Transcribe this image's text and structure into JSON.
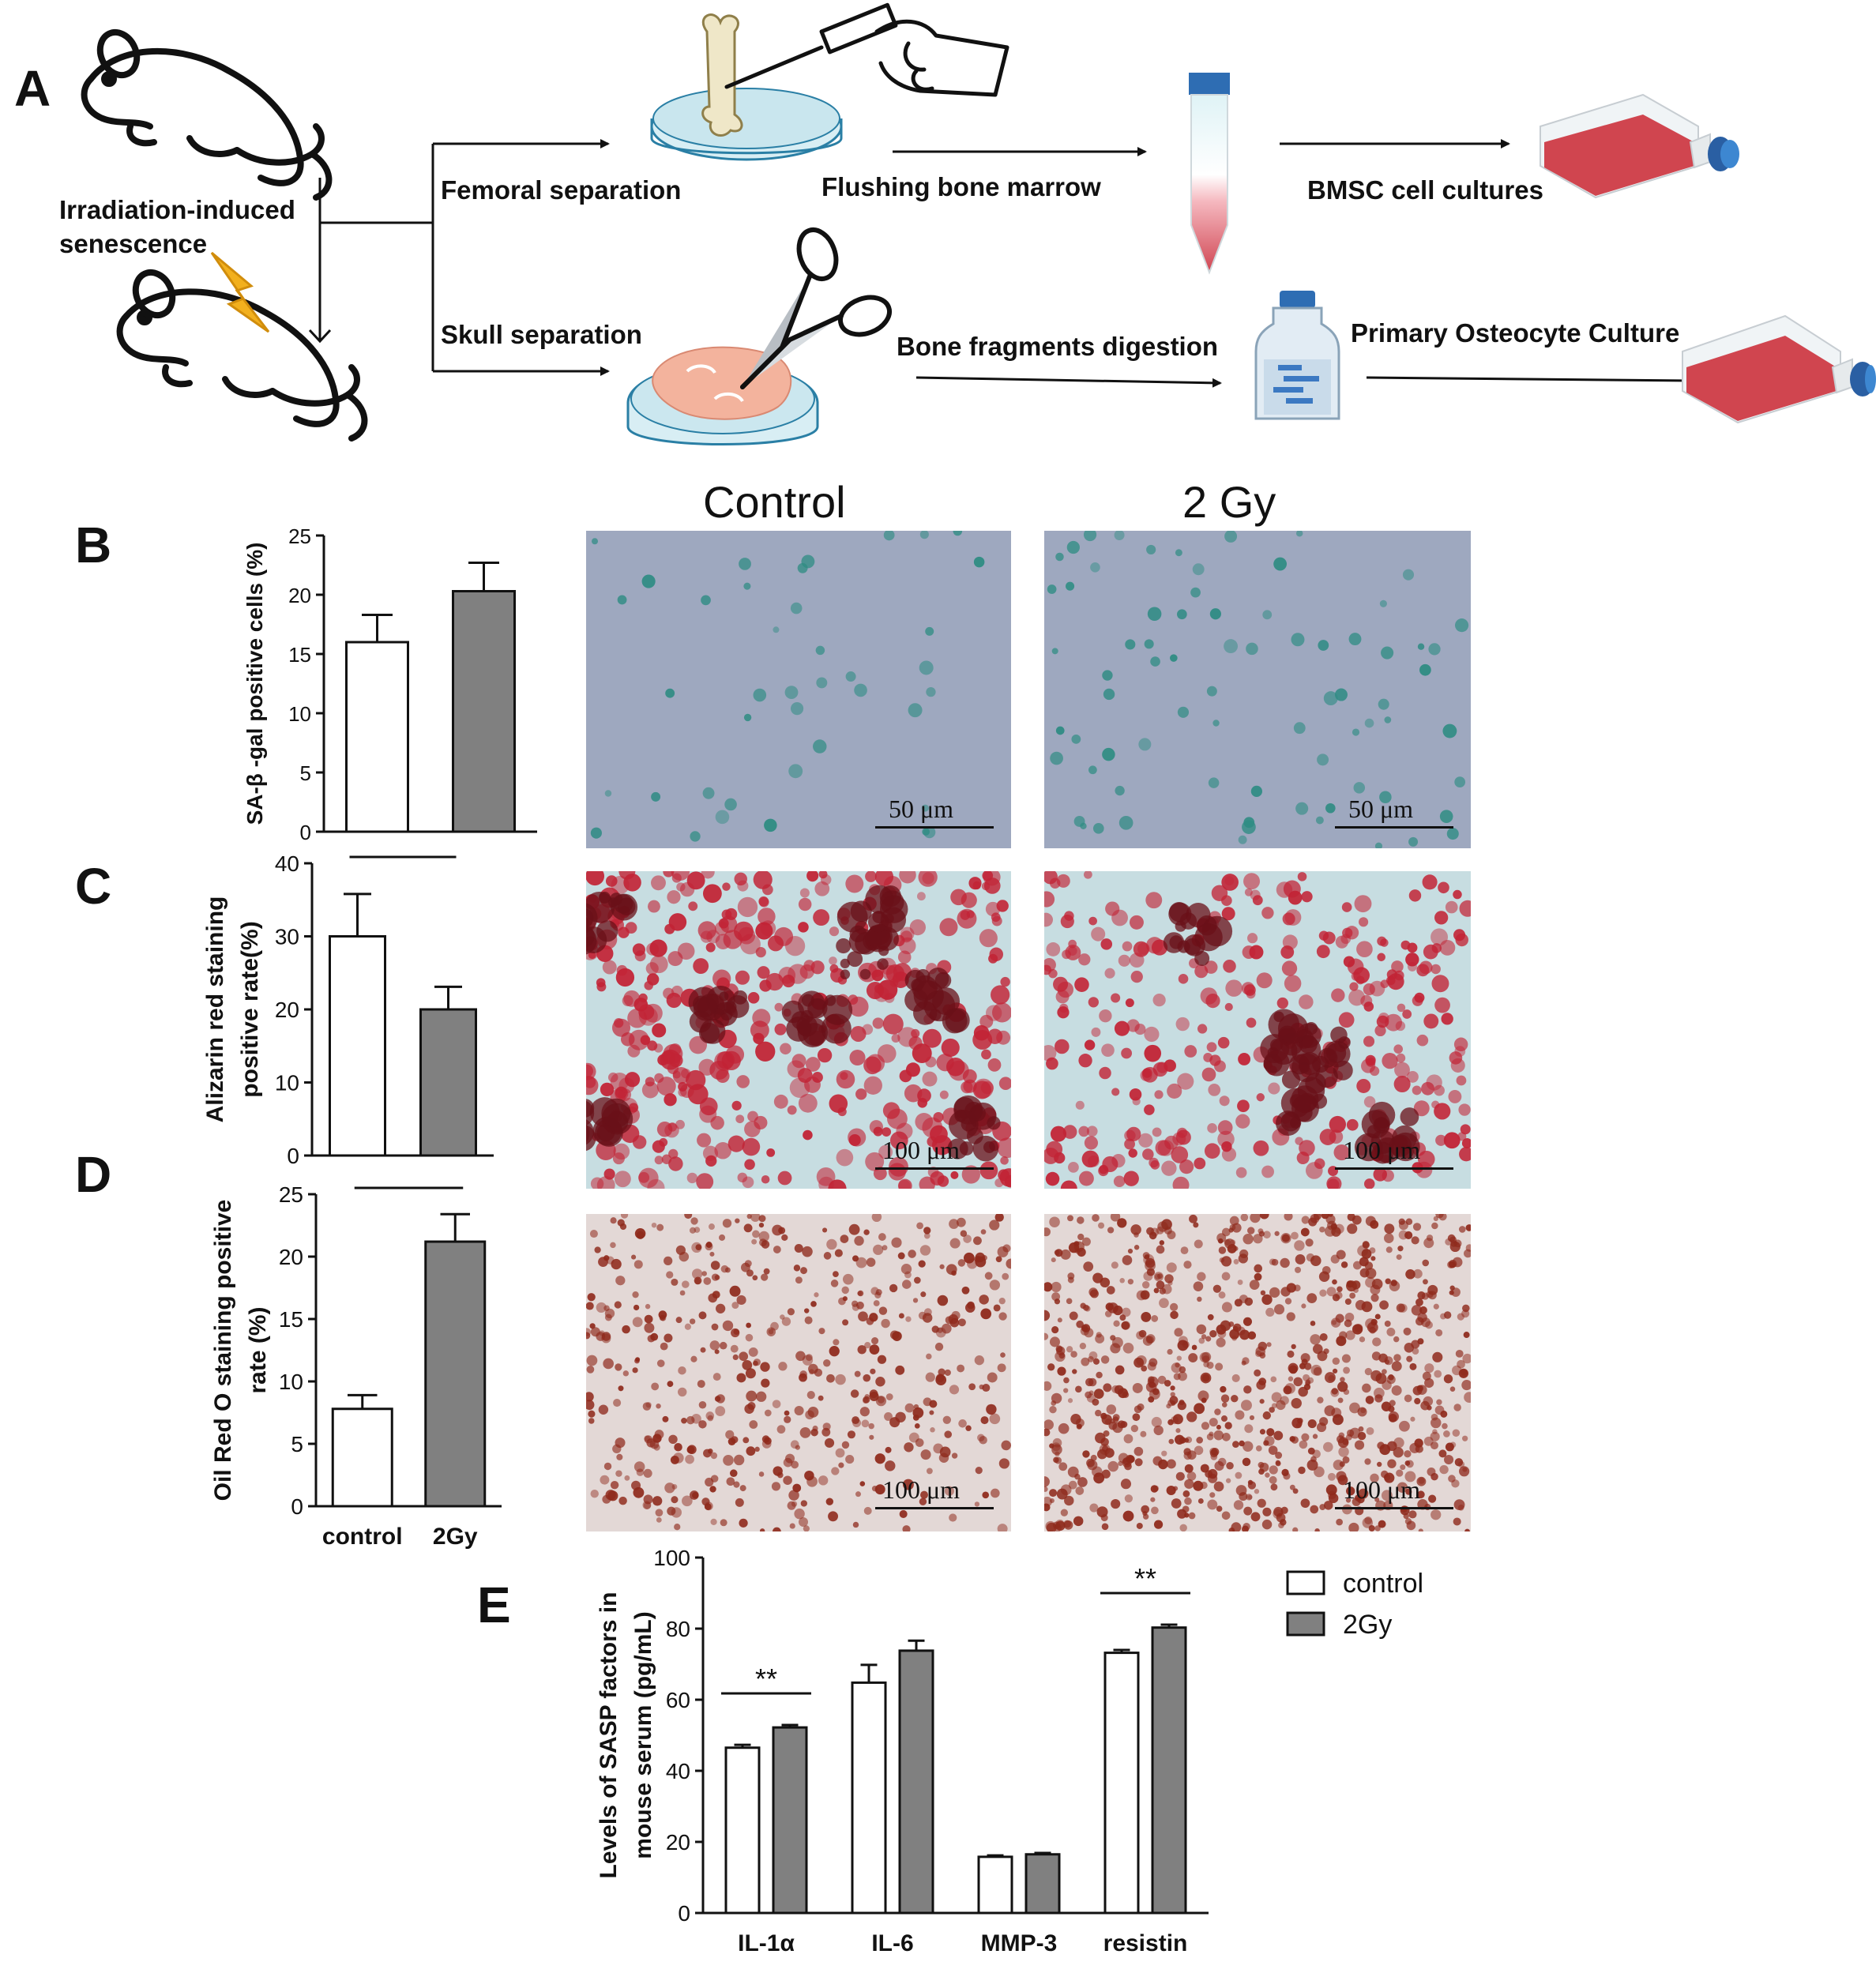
{
  "panels": {
    "A": "A",
    "B": "B",
    "C": "C",
    "D": "D",
    "E": "E"
  },
  "workflow": {
    "irradiation": "Irradiation-induced",
    "senescence": "senescence",
    "femoral": "Femoral separation",
    "flushing": "Flushing bone marrow",
    "bmsc": "BMSC cell cultures",
    "skull": "Skull separation",
    "digestion": "Bone fragments digestion",
    "osteocyte": "Primary Osteocyte Culture",
    "icons": [
      "mouse-icon",
      "lightning-icon",
      "femur-icon",
      "syringe-icon",
      "petri-dish-icon",
      "scissors-icon",
      "centrifuge-tube-icon",
      "culture-bottle-icon",
      "culture-flask-icon"
    ]
  },
  "micrographs": {
    "col_control": "Control",
    "col_2gy": "2 Gy",
    "B": {
      "scale_control": "50 μm",
      "scale_2gy": "50 μm",
      "bg": "#9ea8bf",
      "cell": "#2f8c83"
    },
    "C": {
      "scale_control": "100 μm",
      "scale_2gy": "100 μm",
      "bg": "#c7dde1",
      "cell": "#c22335"
    },
    "D": {
      "scale_control": "100 μm",
      "scale_2gy": "100 μm",
      "bg": "#e3d8d6",
      "cell": "#8f2a1c"
    }
  },
  "chart_data": [
    {
      "id": "B",
      "type": "bar",
      "ylabel": "SA-β -gal positive cells (%)",
      "categories": [
        "control",
        "2Gy"
      ],
      "values": [
        16,
        20.3
      ],
      "errors": [
        2.3,
        2.4
      ],
      "ylim": [
        0,
        25
      ],
      "yticks": [
        0,
        5,
        10,
        15,
        20,
        25
      ],
      "significance": null,
      "show_xlabels": false
    },
    {
      "id": "C",
      "type": "bar",
      "ylabel_lines": [
        "Alizarin red staining",
        "positive rate(%)"
      ],
      "categories": [
        "control",
        "2Gy"
      ],
      "values": [
        30,
        20
      ],
      "errors": [
        5.8,
        3.1
      ],
      "ylim": [
        0,
        40
      ],
      "yticks": [
        0,
        10,
        20,
        30,
        40
      ],
      "significance": "**",
      "show_xlabels": false
    },
    {
      "id": "D",
      "type": "bar",
      "ylabel_lines": [
        "Oil Red O staining positive",
        "rate (%)"
      ],
      "categories": [
        "control",
        "2Gy"
      ],
      "values": [
        7.8,
        21.2
      ],
      "errors": [
        1.1,
        2.2
      ],
      "ylim": [
        0,
        25
      ],
      "yticks": [
        0,
        5,
        10,
        15,
        20,
        25
      ],
      "significance": "***",
      "show_xlabels": true
    },
    {
      "id": "E",
      "type": "bar",
      "ylabel_lines": [
        "Levels of SASP factors in",
        "mouse serum (pg/mL)"
      ],
      "categories": [
        "IL-1α",
        "IL-6",
        "MMP-3",
        "resistin"
      ],
      "ylim": [
        0,
        100
      ],
      "yticks": [
        0,
        20,
        40,
        60,
        80,
        100
      ],
      "series": [
        {
          "name": "control",
          "values": [
            46.5,
            64.8,
            15.8,
            73.2
          ],
          "errors": [
            0.8,
            5.0,
            0.4,
            0.8
          ],
          "color": "#ffffff"
        },
        {
          "name": "2Gy",
          "values": [
            52.2,
            73.8,
            16.5,
            80.3
          ],
          "errors": [
            0.7,
            2.8,
            0.4,
            0.8
          ],
          "color": "#808080"
        }
      ],
      "significance": [
        {
          "category": "IL-1α",
          "label": "**"
        },
        {
          "category": "resistin",
          "label": "**"
        }
      ],
      "legend": "top-right"
    }
  ]
}
